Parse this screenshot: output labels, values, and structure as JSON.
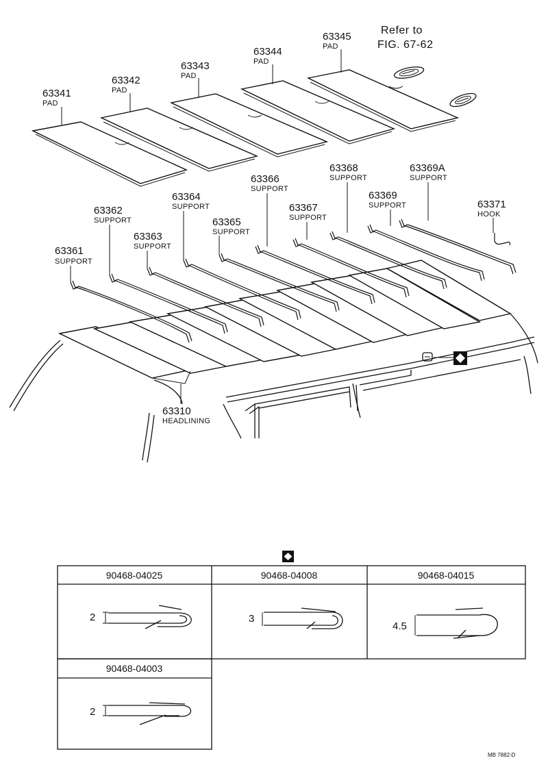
{
  "diagram": {
    "pads": [
      {
        "id": "63341",
        "name": "PAD"
      },
      {
        "id": "63342",
        "name": "PAD"
      },
      {
        "id": "63343",
        "name": "PAD"
      },
      {
        "id": "63344",
        "name": "PAD"
      },
      {
        "id": "63345",
        "name": "PAD"
      }
    ],
    "reference": {
      "line1": "Refer to",
      "line2": "FIG. 67-62"
    },
    "supports": [
      {
        "id": "63361",
        "name": "SUPPORT"
      },
      {
        "id": "63362",
        "name": "SUPPORT"
      },
      {
        "id": "63363",
        "name": "SUPPORT"
      },
      {
        "id": "63364",
        "name": "SUPPORT"
      },
      {
        "id": "63365",
        "name": "SUPPORT"
      },
      {
        "id": "63366",
        "name": "SUPPORT"
      },
      {
        "id": "63367",
        "name": "SUPPORT"
      },
      {
        "id": "63368",
        "name": "SUPPORT"
      },
      {
        "id": "63369",
        "name": "SUPPORT"
      },
      {
        "id": "63369A",
        "name": "SUPPORT"
      }
    ],
    "hook": {
      "id": "63371",
      "name": "HOOK"
    },
    "headlining": {
      "id": "63310",
      "name": "HEADLINING"
    }
  },
  "clip_table": {
    "parts": [
      {
        "part_no": "90468-04025",
        "dim": "2"
      },
      {
        "part_no": "90468-04008",
        "dim": "3"
      },
      {
        "part_no": "90468-04015",
        "dim": "4.5"
      },
      {
        "part_no": "90468-04003",
        "dim": "2"
      }
    ]
  },
  "drawing_code": "MB 7882-D"
}
